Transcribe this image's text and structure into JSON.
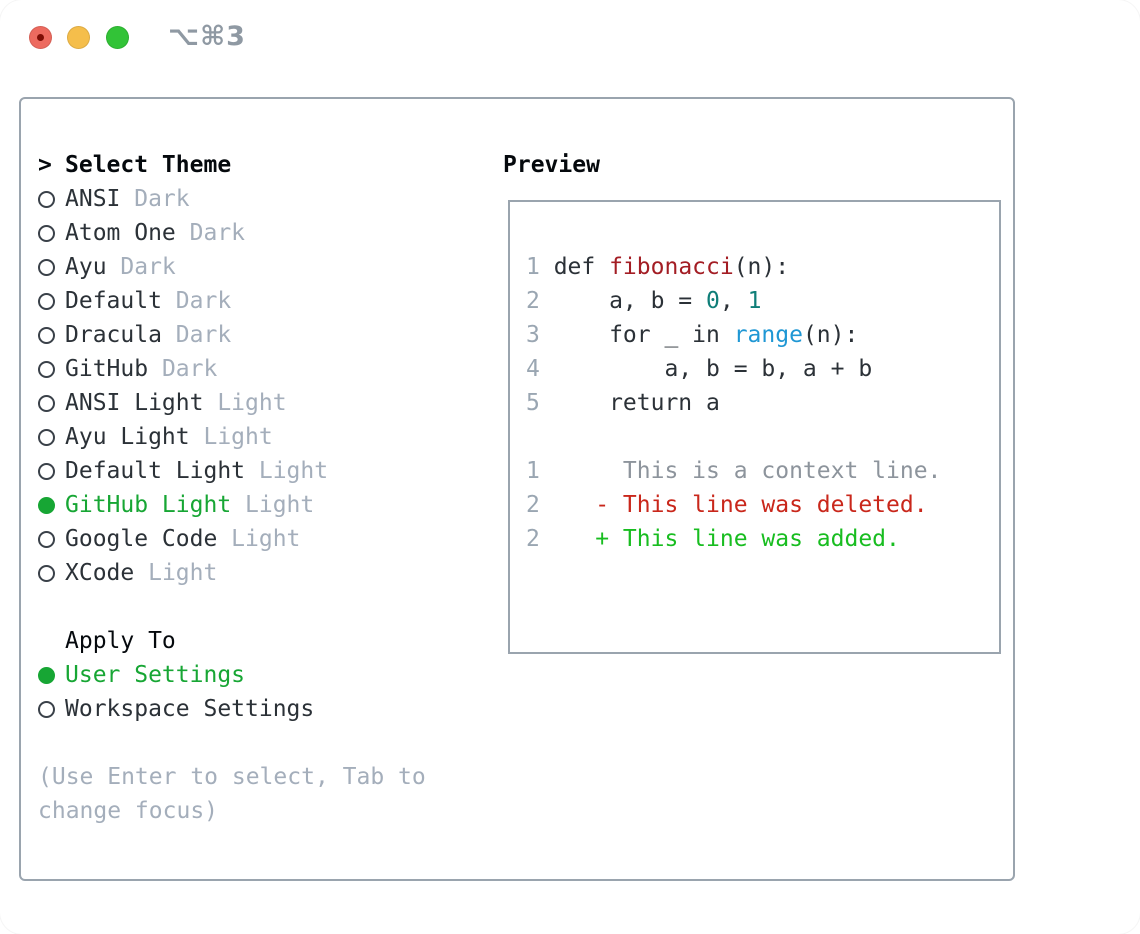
{
  "window": {
    "shortcut": "⌥⌘3",
    "traffic_lights": [
      {
        "name": "close",
        "color": "#ed6a5f",
        "has_dot": true
      },
      {
        "name": "minimize",
        "color": "#f5be4b",
        "has_dot": false
      },
      {
        "name": "zoom",
        "color": "#32c337",
        "has_dot": false
      }
    ]
  },
  "theme_picker": {
    "cursor": ">",
    "title": "Select Theme",
    "items": [
      {
        "label": "ANSI",
        "variant": "Dark",
        "selected": false
      },
      {
        "label": "Atom One",
        "variant": "Dark",
        "selected": false
      },
      {
        "label": "Ayu",
        "variant": "Dark",
        "selected": false
      },
      {
        "label": "Default",
        "variant": "Dark",
        "selected": false
      },
      {
        "label": "Dracula",
        "variant": "Dark",
        "selected": false
      },
      {
        "label": "GitHub",
        "variant": "Dark",
        "selected": false
      },
      {
        "label": "ANSI Light",
        "variant": "Light",
        "selected": false
      },
      {
        "label": "Ayu Light",
        "variant": "Light",
        "selected": false
      },
      {
        "label": "Default Light",
        "variant": "Light",
        "selected": false
      },
      {
        "label": "GitHub Light",
        "variant": "Light",
        "selected": true
      },
      {
        "label": "Google Code",
        "variant": "Light",
        "selected": false
      },
      {
        "label": "XCode",
        "variant": "Light",
        "selected": false
      }
    ],
    "apply_to": {
      "title": "Apply To",
      "options": [
        {
          "label": "User Settings",
          "selected": true
        },
        {
          "label": "Workspace Settings",
          "selected": false
        }
      ]
    },
    "hint_line1": "(Use Enter to select, Tab to",
    "hint_line2": "change focus)"
  },
  "preview": {
    "title": "Preview",
    "code_lines": [
      {
        "num": "1",
        "tokens": [
          {
            "t": "def ",
            "c": "default"
          },
          {
            "t": "fibonacci",
            "c": "function"
          },
          {
            "t": "(n):",
            "c": "default"
          }
        ]
      },
      {
        "num": "2",
        "tokens": [
          {
            "t": "    a, b = ",
            "c": "default"
          },
          {
            "t": "0",
            "c": "number"
          },
          {
            "t": ", ",
            "c": "default"
          },
          {
            "t": "1",
            "c": "number"
          }
        ]
      },
      {
        "num": "3",
        "tokens": [
          {
            "t": "    for _ in ",
            "c": "default"
          },
          {
            "t": "range",
            "c": "builtin"
          },
          {
            "t": "(n):",
            "c": "default"
          }
        ]
      },
      {
        "num": "4",
        "tokens": [
          {
            "t": "        a, b = b, a + b",
            "c": "default"
          }
        ]
      },
      {
        "num": "5",
        "tokens": [
          {
            "t": "    return a",
            "c": "default"
          }
        ]
      }
    ],
    "diff_lines": [
      {
        "num": "1",
        "tokens": [
          {
            "t": "     This is a context line.",
            "c": "context"
          }
        ]
      },
      {
        "num": "2",
        "tokens": [
          {
            "t": "   ",
            "c": "context"
          },
          {
            "t": "- This line was deleted.",
            "c": "deleted"
          }
        ]
      },
      {
        "num": "2",
        "tokens": [
          {
            "t": "   ",
            "c": "context"
          },
          {
            "t": "+ This line was added.",
            "c": "added"
          }
        ]
      }
    ]
  },
  "colors": {
    "text": "#2b3137",
    "heading": "#05090d",
    "muted": "#a4aebb",
    "selected-green": "#17a634",
    "line-number": "#9aa6b2",
    "code-default": "#2b3137",
    "code-function": "#a31d24",
    "code-number": "#0f7e78",
    "code-builtin": "#1f97d4",
    "diff-context": "#8d949c",
    "diff-deleted": "#c9271b",
    "diff-added": "#18bd20",
    "panel-border": "#9aa4ae",
    "traffic-red": "#ed6a5f",
    "traffic-yellow": "#f5be4b",
    "traffic-green": "#32c337",
    "shortcut-gray": "#8f99a3"
  }
}
